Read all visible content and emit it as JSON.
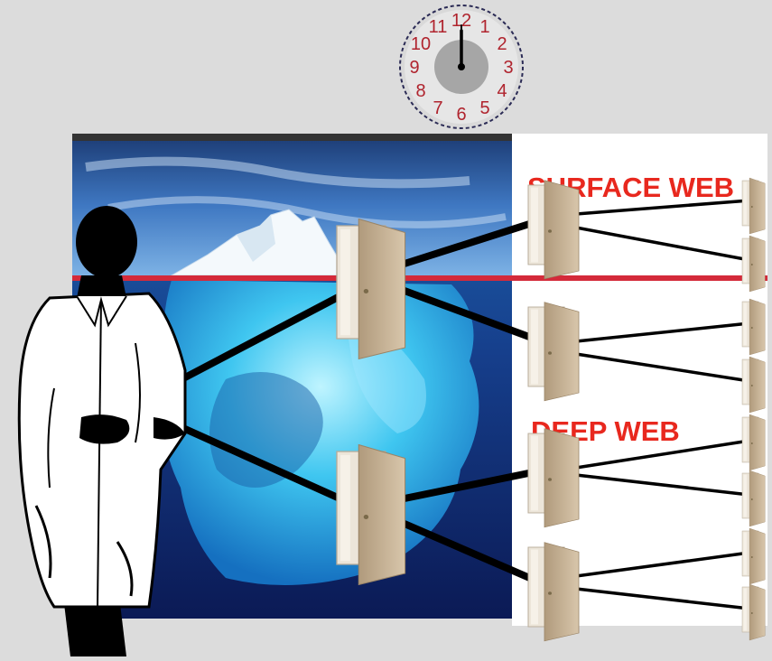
{
  "labels": {
    "surface": "SURFACE WEB",
    "deep": "DEEP WEB"
  },
  "clock": {
    "numerals": [
      "12",
      "1",
      "2",
      "3",
      "4",
      "5",
      "6",
      "7",
      "8",
      "9",
      "10",
      "11"
    ],
    "time": "12:00"
  },
  "colors": {
    "background": "#dcdcdc",
    "label_red": "#e8281e",
    "waterline_red": "#d42a3a",
    "door_panel": "#c8b396",
    "door_frame": "#e9e1d4",
    "clock_numeral": "#b0242e",
    "clock_center": "#9a9a9a",
    "line": "#000000"
  },
  "icons": [
    "person-silhouette-icon",
    "iceberg-image",
    "door-icon",
    "clock-icon",
    "connection-line"
  ]
}
